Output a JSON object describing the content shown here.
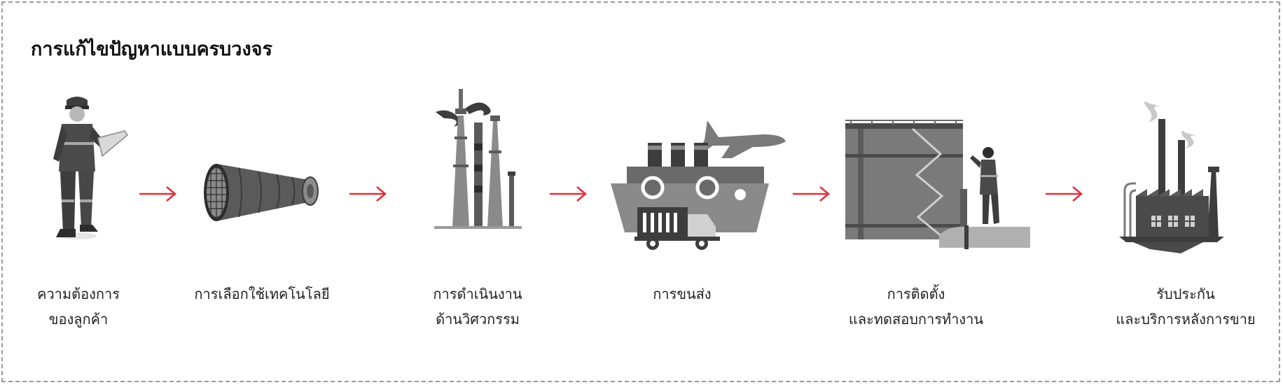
{
  "title": "การแก้ไขปัญหาแบบครบวงจร",
  "colors": {
    "arrow": "#e0313b",
    "dark": "#3d3d3d",
    "mid": "#6f6f6f",
    "light": "#a8a8a8",
    "border": "#9a9a9a"
  },
  "steps": [
    {
      "icon": "engineer-with-blueprint-icon",
      "lines": [
        "ความต้องการ",
        "ของลูกค้า"
      ]
    },
    {
      "icon": "pipe-filter-icon",
      "lines": [
        "การเลือกใช้เทคโนโลยี"
      ]
    },
    {
      "icon": "factory-chimneys-icon",
      "lines": [
        "การดำเนินงาน",
        "ด้านวิศวกรรม"
      ]
    },
    {
      "icon": "ship-plane-truck-icon",
      "lines": [
        "การขนส่ง"
      ]
    },
    {
      "icon": "storage-tank-worker-icon",
      "lines": [
        "การติดตั้ง",
        "และทดสอบการทำงาน"
      ]
    },
    {
      "icon": "factory-icon",
      "lines": [
        "รับประกัน",
        "และบริการหลังการขาย"
      ]
    }
  ],
  "arrows": [
    "arrow-icon",
    "arrow-icon",
    "arrow-icon",
    "arrow-icon",
    "arrow-icon"
  ]
}
